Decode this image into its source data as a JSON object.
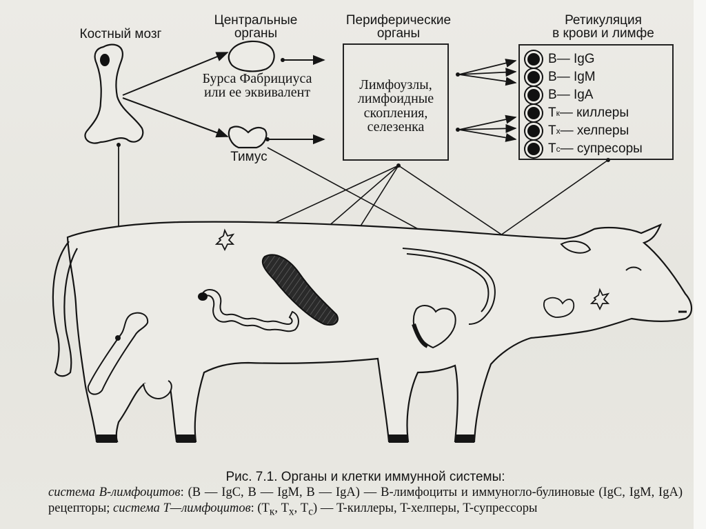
{
  "labels": {
    "bone_marrow": "Костный мозг",
    "central_organs": [
      "Центральные",
      "органы"
    ],
    "peripheral_organs": [
      "Периферические",
      "органы"
    ],
    "recirculation": [
      "Ретикуляция",
      "в крови и лимфе"
    ],
    "bursa": [
      "Бурса Фабрициуса",
      "или ее эквивалент"
    ],
    "thymus": "Тимус",
    "peripheral_box": [
      "Лимфоузлы,",
      "лимфоидные",
      "скопления,",
      "селезенка"
    ]
  },
  "legend": [
    {
      "letter": "B",
      "text": " — IgG"
    },
    {
      "letter": "B",
      "text": " — IgM"
    },
    {
      "letter": "B",
      "text": " — IgA"
    },
    {
      "letter": "T",
      "sub": "к",
      "text": " — киллеры"
    },
    {
      "letter": "T",
      "sub": "х",
      "text": " — хелперы"
    },
    {
      "letter": "T",
      "sub": "с",
      "text": " — супресоры"
    }
  ],
  "caption": {
    "title": "Рис. 7.1. Органы и клетки иммунной системы:",
    "b_system": "система B-лимфоцитов",
    "b_text": ": (B — IgC, B — IgM, B — IgA) — B-лимфоциты и иммуногло-булиновые (IgC, IgM, IgA) рецепторы; ",
    "t_system": "система T—лимфоцитов",
    "t_text_1": ": (T",
    "t_sub_k": "к",
    "t_sep": ", T",
    "t_sub_x": "х",
    "t_sub_c": "с",
    "t_text_2": ") — T-киллеры, T-хелперы, T-супрессоры"
  }
}
